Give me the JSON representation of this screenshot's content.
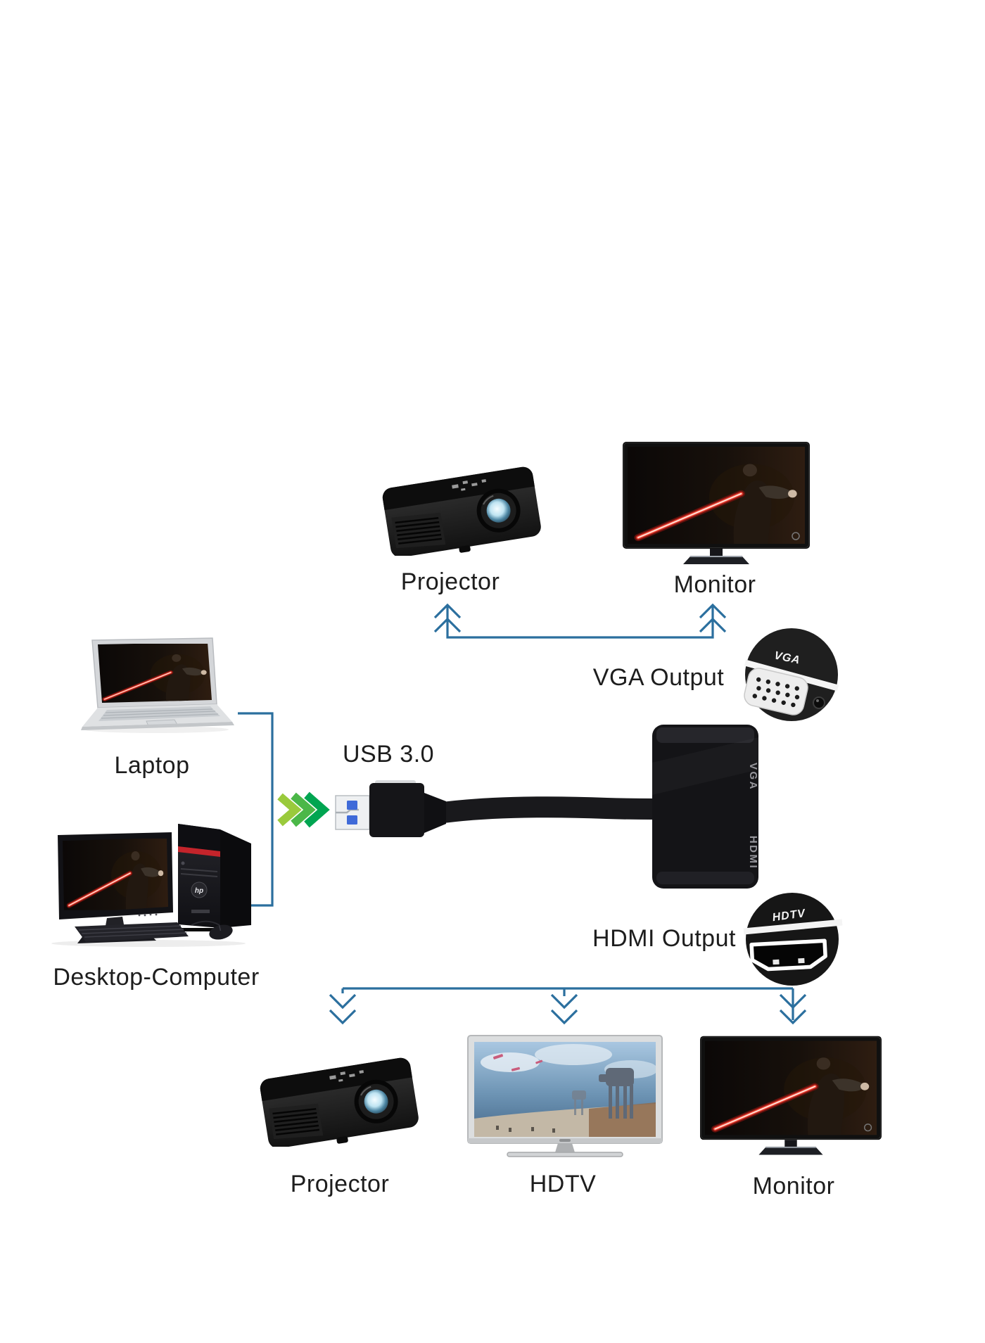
{
  "labels": {
    "top_projector": "Projector",
    "top_monitor": "Monitor",
    "vga_output": "VGA Output",
    "laptop": "Laptop",
    "desktop": "Desktop-Computer",
    "usb": "USB 3.0",
    "hdmi_output": "HDMI Output",
    "bottom_projector": "Projector",
    "bottom_hdtv": "HDTV",
    "bottom_monitor": "Monitor"
  },
  "adapter": {
    "vga_port_label": "VGA",
    "hdmi_port_label": "HDMI"
  },
  "connector_badges": {
    "vga": "VGA",
    "hdmi": "HDTV"
  },
  "devices": {
    "tower_logo": "hp"
  },
  "colors": {
    "background": "#ffffff",
    "connector_line": "#2b6f9e",
    "green_arrow_1": "#9aca3c",
    "green_arrow_2": "#4bb748",
    "green_arrow_3": "#00a551",
    "usb_blue": "#3f6ad8",
    "label_text": "#1d1d1d"
  }
}
